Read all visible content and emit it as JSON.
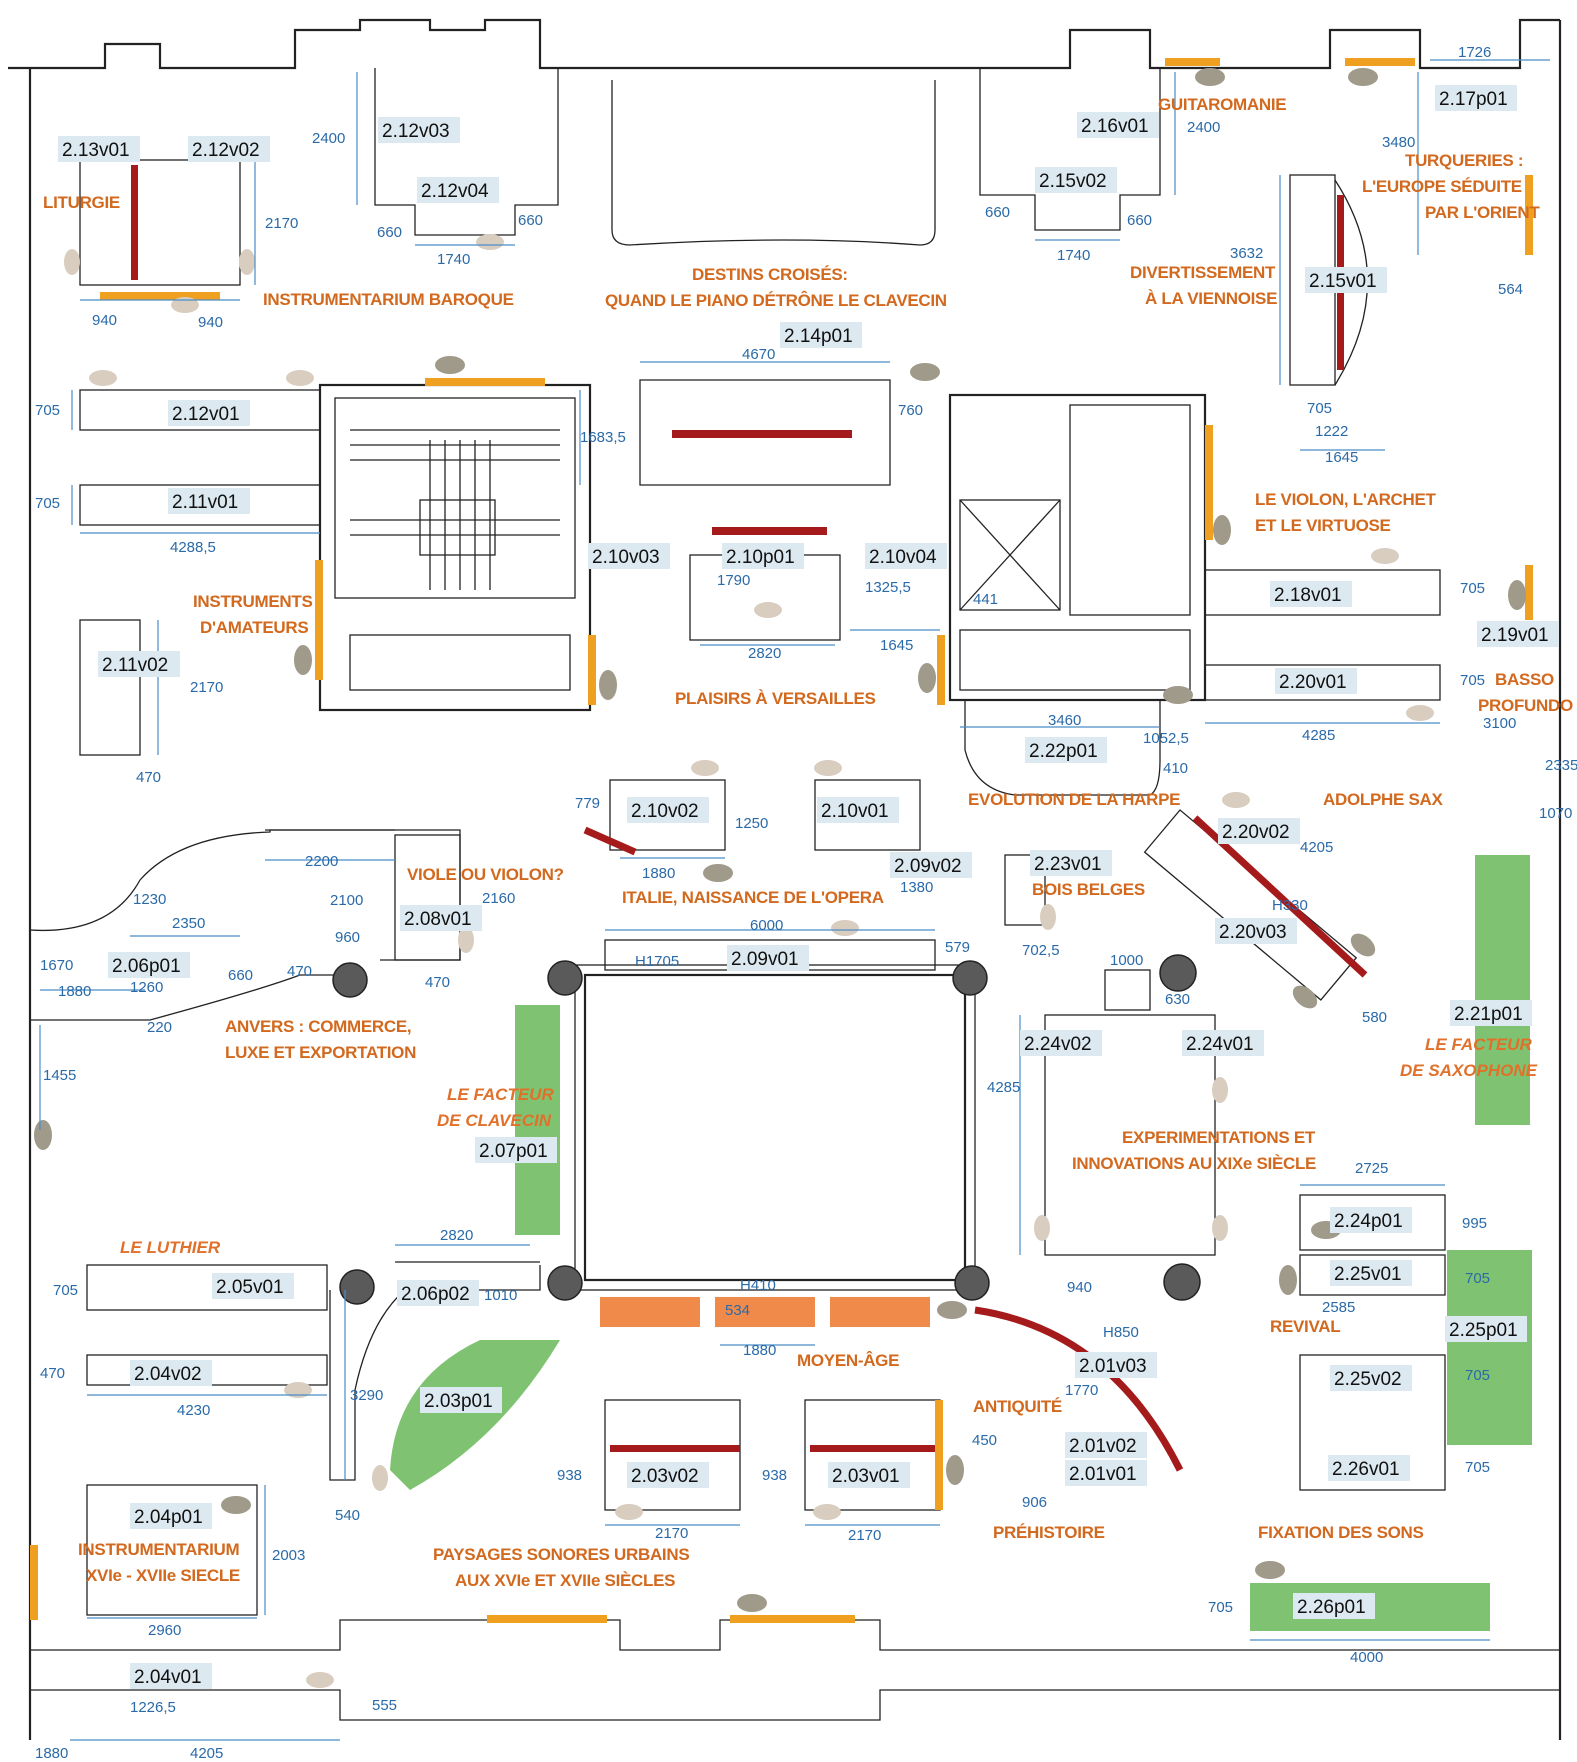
{
  "colors": {
    "green_zone": "#78c06a",
    "orange_zone": "#f08a4a",
    "yellow_strip": "#f0a020",
    "red_strip": "#a51a1a",
    "speaker": "#a09a8a",
    "speaker_light": "#d8cdbf",
    "dimension": "#2a6aa8",
    "theme_text": "#d2691e",
    "code_bg": "#dde9f0"
  },
  "showcases": {
    "s2_13v01": "2.13v01",
    "s2_12v02": "2.12v02",
    "s2_12v03": "2.12v03",
    "s2_12v04": "2.12v04",
    "s2_16v01": "2.16v01",
    "s2_15v02": "2.15v02",
    "s2_17p01": "2.17p01",
    "s2_15v01": "2.15v01",
    "s2_14p01": "2.14p01",
    "s2_12v01": "2.12v01",
    "s2_11v01": "2.11v01",
    "s2_10v03": "2.10v03",
    "s2_10p01": "2.10p01",
    "s2_10v04": "2.10v04",
    "s2_18v01": "2.18v01",
    "s2_19v01": "2.19v01",
    "s2_11v02": "2.11v02",
    "s2_20v01": "2.20v01",
    "s2_22p01": "2.22p01",
    "s2_10v02": "2.10v02",
    "s2_10v01": "2.10v01",
    "s2_20v02": "2.20v02",
    "s2_09v02": "2.09v02",
    "s2_23v01": "2.23v01",
    "s2_08v01": "2.08v01",
    "s2_20v03": "2.20v03",
    "s2_06p01": "2.06p01",
    "s2_09v01": "2.09v01",
    "s2_21p01": "2.21p01",
    "s2_24v02": "2.24v02",
    "s2_24v01": "2.24v01",
    "s2_07p01": "2.07p01",
    "s2_24p01": "2.24p01",
    "s2_05v01": "2.05v01",
    "s2_06p02": "2.06p02",
    "s2_25v01": "2.25v01",
    "s2_25p01": "2.25p01",
    "s2_04v02": "2.04v02",
    "s2_01v03": "2.01v03",
    "s2_03p01": "2.03p01",
    "s2_25v02": "2.25v02",
    "s2_01v02": "2.01v02",
    "s2_01v01": "2.01v01",
    "s2_03v02": "2.03v02",
    "s2_03v01": "2.03v01",
    "s2_26v01": "2.26v01",
    "s2_04p01": "2.04p01",
    "s2_26p01": "2.26p01",
    "s2_04v01": "2.04v01"
  },
  "themes": {
    "liturgie": "LITURGIE",
    "instrumentarium_baroque": "INSTRUMENTARIUM BAROQUE",
    "destins_1": "DESTINS CROISÉS:",
    "destins_2": "QUAND LE PIANO DÉTRÔNE LE CLAVECIN",
    "guitaromanie": "GUITAROMANIE",
    "turqueries_1": "TURQUERIES :",
    "turqueries_2": "L'EUROPE SÉDUITE",
    "turqueries_3": "PAR L'ORIENT",
    "divertissement_1": "DIVERTISSEMENT",
    "divertissement_2": "À LA VIENNOISE",
    "violon_1": "LE VIOLON, L'ARCHET",
    "violon_2": "ET LE VIRTUOSE",
    "amateurs_1": "INSTRUMENTS",
    "amateurs_2": "D'AMATEURS",
    "versailles": "PLAISIRS À VERSAILLES",
    "basso_1": "BASSO",
    "basso_2": "PROFUNDO",
    "harpe": "EVOLUTION DE LA HARPE",
    "sax": "ADOLPHE SAX",
    "italie": "ITALIE, NAISSANCE DE L'OPERA",
    "viole": "VIOLE OU VIOLON?",
    "bois": "BOIS BELGES",
    "anvers_1": "ANVERS : COMMERCE,",
    "anvers_2": "LUXE ET EXPORTATION",
    "facteur_sax_1": "LE FACTEUR",
    "facteur_sax_2": "DE SAXOPHONE",
    "facteur_clav_1": "LE FACTEUR",
    "facteur_clav_2": "DE CLAVECIN",
    "experimentations_1": "EXPERIMENTATIONS ET",
    "experimentations_2": "INNOVATIONS AU XIXe SIÈCLE",
    "luthier": "LE LUTHIER",
    "revival": "REVIVAL",
    "moyen_age": "MOYEN-ÂGE",
    "antiquite": "ANTIQUITÉ",
    "prehistoire": "PRÉHISTOIRE",
    "paysages_1": "PAYSAGES SONORES URBAINS",
    "paysages_2": "AUX XVIe ET XVIIe SIÈCLES",
    "fixation": "FIXATION DES SONS",
    "xvi_1": "INSTRUMENTARIUM",
    "xvi_2": "XVIe - XVIIe SIECLE"
  },
  "dimensions": {
    "d_1726": "1726",
    "d_2400a": "2400",
    "d_2400b": "2400",
    "d_3480": "3480",
    "d_2170a": "2170",
    "d_660a": "660",
    "d_660b": "660",
    "d_1740a": "1740",
    "d_660c": "660",
    "d_660d": "660",
    "d_1740b": "1740",
    "d_3632": "3632",
    "d_564": "564",
    "d_940a": "940",
    "d_940b": "940",
    "d_4670": "4670",
    "d_705a": "705",
    "d_705b": "705",
    "d_1683": "1683,5",
    "d_760": "760",
    "d_705c": "705",
    "d_1222": "1222",
    "d_1645a": "1645",
    "d_4288": "4288,5",
    "d_1790": "1790",
    "d_1325": "1325,5",
    "d_441": "441",
    "d_705d": "705",
    "d_2820a": "2820",
    "d_1645b": "1645",
    "d_2170b": "2170",
    "d_705e": "705",
    "d_470a": "470",
    "d_3460": "3460",
    "d_1052": "1052,5",
    "d_4285a": "4285",
    "d_3100": "3100",
    "d_2335": "2335",
    "d_410": "410",
    "d_1070": "1070",
    "d_779": "779",
    "d_1250": "1250",
    "d_1880a": "1880",
    "d_4205a": "4205",
    "d_2200": "2200",
    "d_1380": "1380",
    "d_1230": "1230",
    "d_2100": "2100",
    "d_2160": "2160",
    "d_2350": "2350",
    "d_960": "960",
    "d_h330": "H330",
    "d_6000": "6000",
    "d_579": "579",
    "d_702": "702,5",
    "d_1670": "1670",
    "d_1260": "1260",
    "d_h1705": "H1705",
    "d_1000": "1000",
    "d_1880b": "1880",
    "d_660e": "660",
    "d_470b": "470",
    "d_470c": "470",
    "d_220": "220",
    "d_630": "630",
    "d_580": "580",
    "d_1455": "1455",
    "d_4285b": "4285",
    "d_2725": "2725",
    "d_2820b": "2820",
    "d_995": "995",
    "d_705f": "705",
    "d_1010": "1010",
    "d_h410": "H410",
    "d_940c": "940",
    "d_705g": "705",
    "d_534": "534",
    "d_2585": "2585",
    "d_1880c": "1880",
    "d_h850": "H850",
    "d_470d": "470",
    "d_4230": "4230",
    "d_3290": "3290",
    "d_1770": "1770",
    "d_705h": "705",
    "d_450": "450",
    "d_938a": "938",
    "d_938b": "938",
    "d_705i": "705",
    "d_540": "540",
    "d_906": "906",
    "d_2170c": "2170",
    "d_2170d": "2170",
    "d_2003": "2003",
    "d_2960": "2960",
    "d_705j": "705",
    "d_4000": "4000",
    "d_1226": "1226,5",
    "d_555": "555",
    "d_1880d": "1880",
    "d_4205b": "4205"
  }
}
